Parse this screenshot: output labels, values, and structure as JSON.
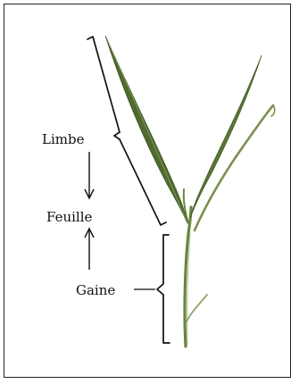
{
  "diagram": {
    "labels": {
      "limbe": "Limbe",
      "feuille": "Feuille",
      "gaine": "Gaine"
    },
    "colors": {
      "leaf_dark": "#4f6a2e",
      "leaf_light": "#93a86b",
      "stroke": "#111111",
      "frame": "#222222"
    }
  }
}
